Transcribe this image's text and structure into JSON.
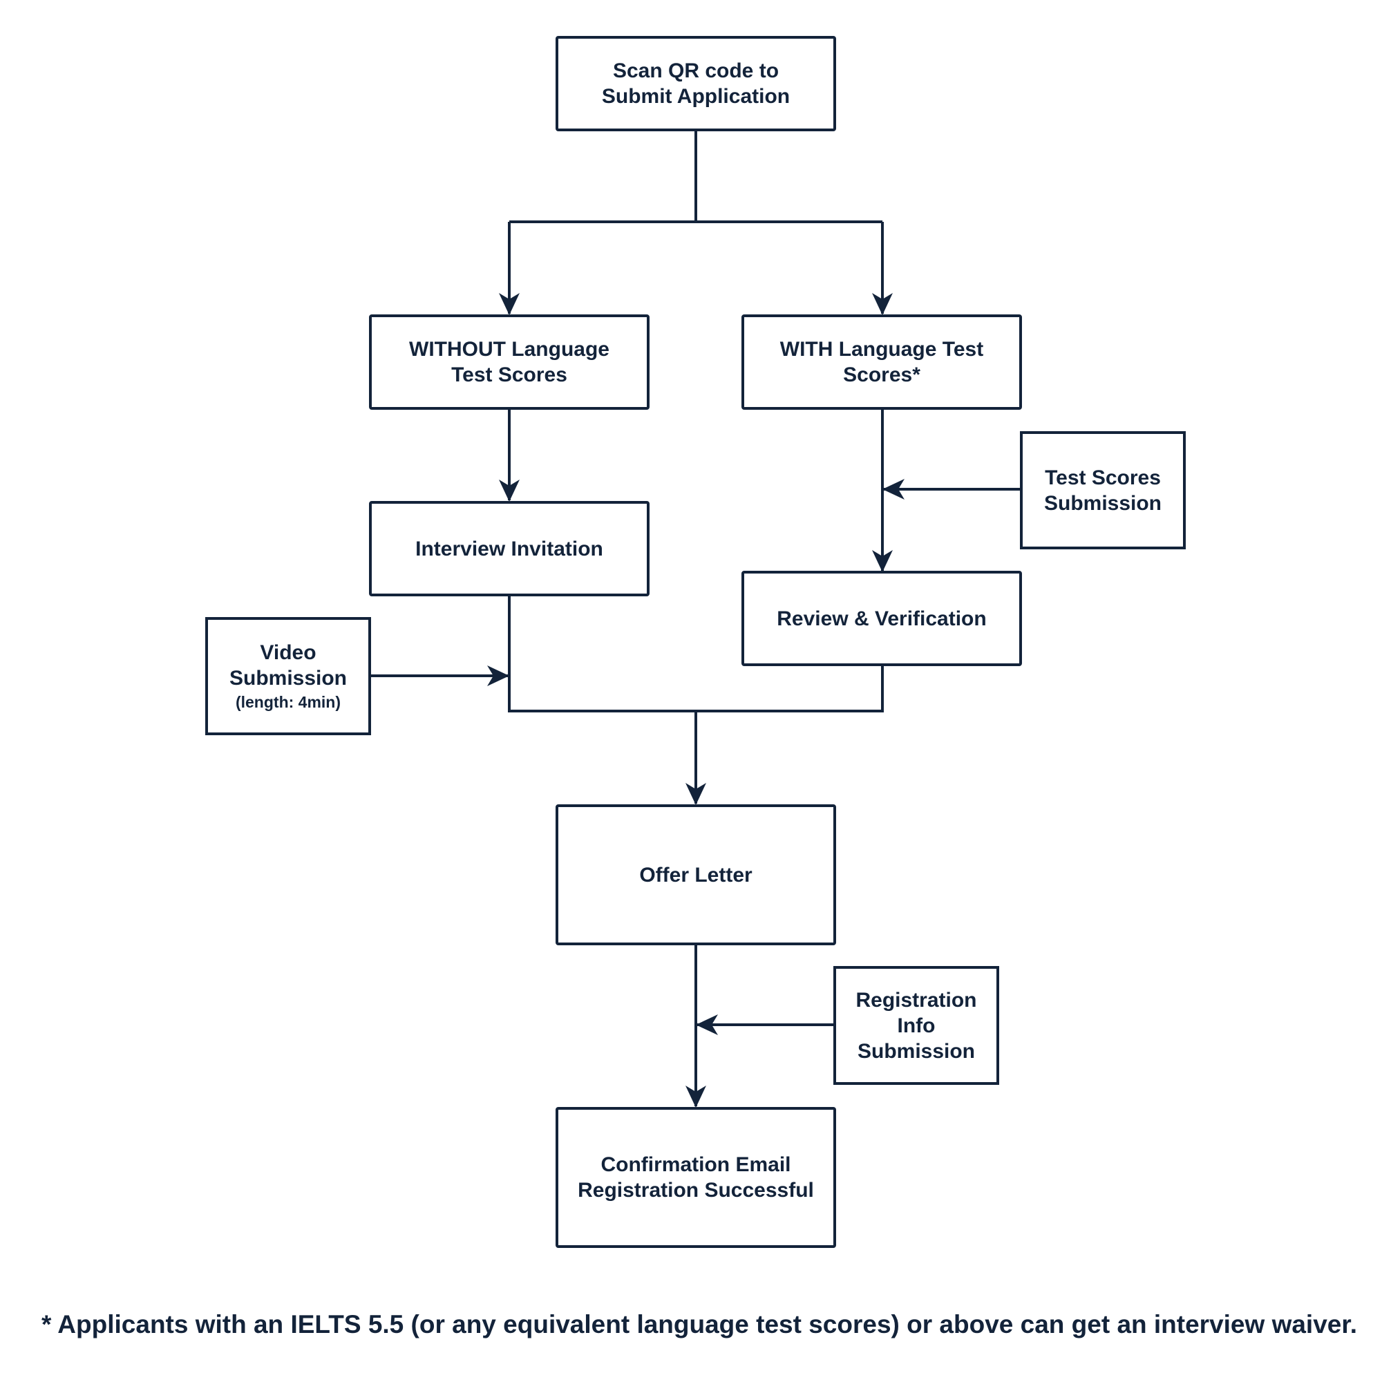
{
  "colors": {
    "ink": "#13233a",
    "background": "#ffffff"
  },
  "nodes": {
    "start": {
      "lines": [
        "Scan QR code to",
        "Submit Application"
      ]
    },
    "without_scores": {
      "lines": [
        "WITHOUT Language",
        "Test Scores"
      ]
    },
    "with_scores": {
      "lines": [
        "WITH Language Test",
        "Scores*"
      ]
    },
    "interview": {
      "lines": [
        "Interview Invitation"
      ]
    },
    "test_scores_submission": {
      "lines": [
        "Test Scores",
        "Submission"
      ]
    },
    "review": {
      "lines": [
        "Review & Verification"
      ]
    },
    "video_submission": {
      "lines": [
        "Video",
        "Submission"
      ],
      "note": "(length: 4min)"
    },
    "offer": {
      "lines": [
        "Offer Letter"
      ]
    },
    "registration_info": {
      "lines": [
        "Registration",
        "Info",
        "Submission"
      ]
    },
    "confirmation": {
      "lines": [
        "Confirmation Email",
        "Registration Successful"
      ]
    }
  },
  "footnote": "* Applicants with an IELTS 5.5 (or any equivalent language test scores) or above can get an interview waiver."
}
